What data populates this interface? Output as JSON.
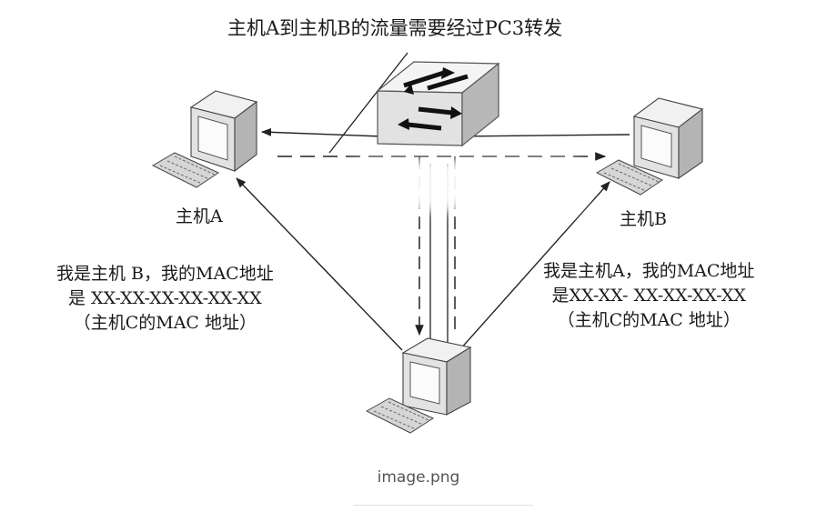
{
  "title": "主机A到主机B的流量需要经过PC3转发",
  "hosts": {
    "a_label": "主机A",
    "b_label": "主机B"
  },
  "claim_left": {
    "line1": "我是主机 B，我的MAC地址",
    "line2": "是 XX-XX-XX-XX-XX-XX",
    "line3": "（主机C的MAC 地址）"
  },
  "claim_right": {
    "line1": "我是主机A，我的MAC地址",
    "line2": "是XX-XX- XX-XX-XX-XX",
    "line3": "（主机C的MAC 地址）"
  },
  "caption": "image.png",
  "colors": {
    "line": "#222222",
    "device_face": "#e4e4e4",
    "device_side": "#b9b9b9",
    "screen": "#f2f2f2"
  },
  "icons": [
    "switch-icon",
    "computer-icon",
    "keyboard-icon"
  ]
}
